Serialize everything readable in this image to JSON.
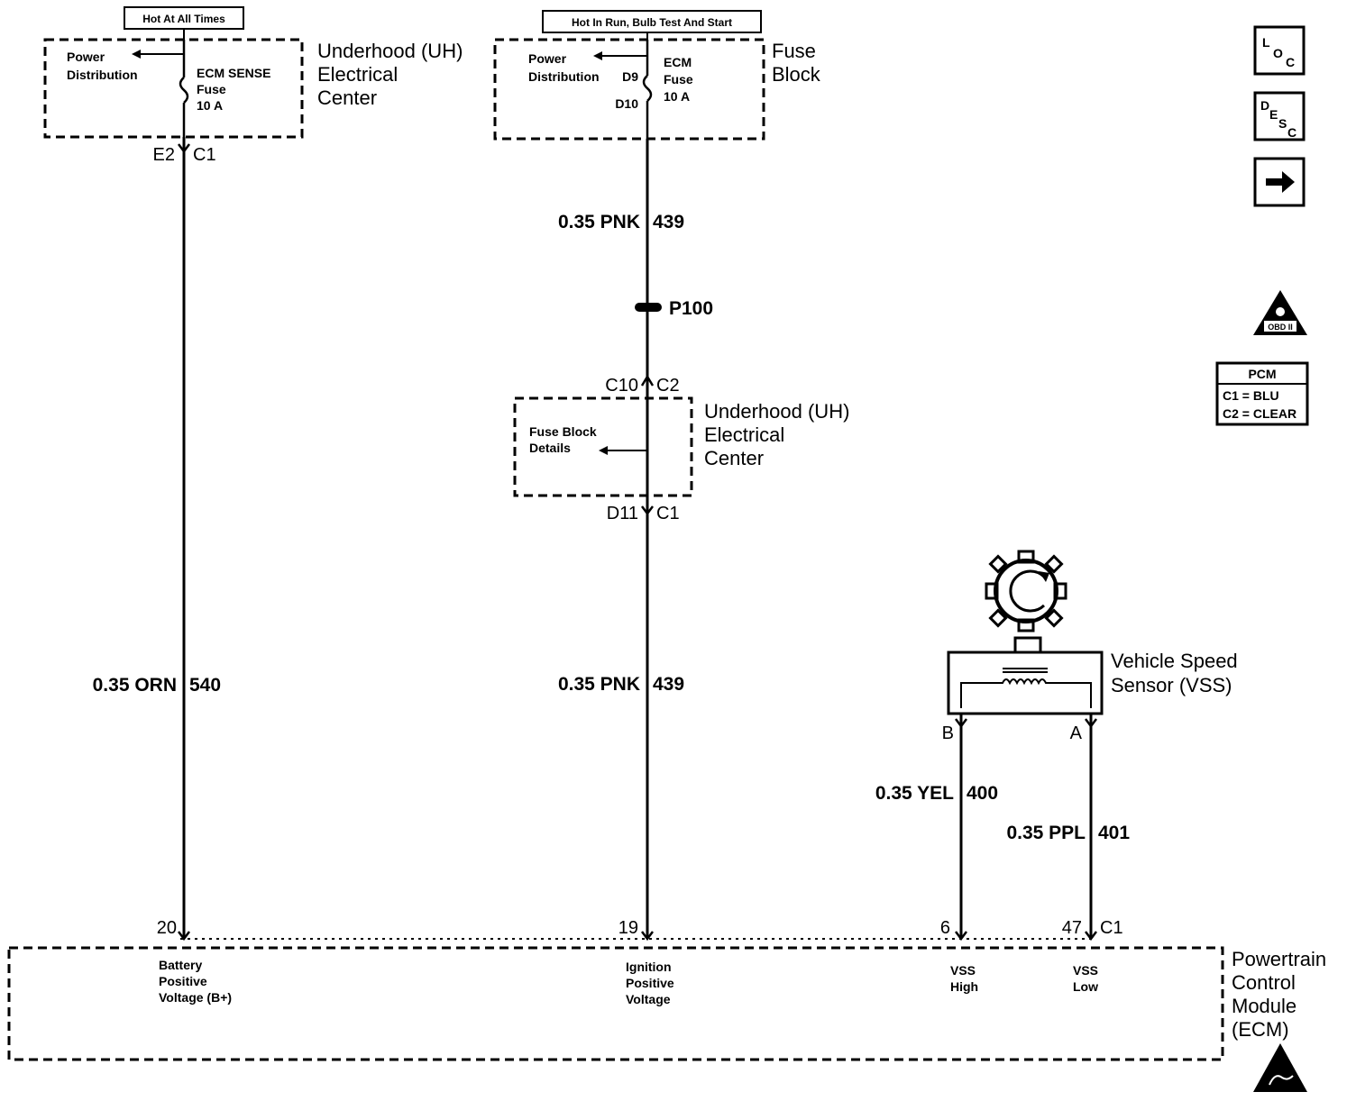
{
  "power_labels": {
    "hot_at_all_times": "Hot At All Times",
    "hot_in_run": "Hot In Run, Bulb Test And Start"
  },
  "uh_center_top": {
    "power_distribution": [
      "Power",
      "Distribution"
    ],
    "fuse": [
      "ECM SENSE",
      "Fuse",
      "10 A"
    ],
    "title": [
      "Underhood (UH)",
      "Electrical",
      "Center"
    ],
    "connector_pin": "E2",
    "connector": "C1"
  },
  "fuse_block": {
    "power_distribution": [
      "Power",
      "Distribution"
    ],
    "fuse": [
      "ECM",
      "Fuse",
      "10 A"
    ],
    "pin_in": "D9",
    "pin_out": "D10",
    "title": [
      "Fuse",
      "Block"
    ]
  },
  "wires": {
    "pnk_upper": {
      "gauge_color": "0.35 PNK",
      "circuit": "439"
    },
    "pnk_lower": {
      "gauge_color": "0.35 PNK",
      "circuit": "439"
    },
    "orn": {
      "gauge_color": "0.35 ORN",
      "circuit": "540"
    },
    "yel": {
      "gauge_color": "0.35 YEL",
      "circuit": "400"
    },
    "ppl": {
      "gauge_color": "0.35 PPL",
      "circuit": "401"
    }
  },
  "splice": {
    "label": "P100"
  },
  "uh_center_mid": {
    "connector_top_pin": "C10",
    "connector_top": "C2",
    "details": [
      "Fuse Block",
      "Details"
    ],
    "title": [
      "Underhood (UH)",
      "Electrical",
      "Center"
    ],
    "connector_bottom_pin": "D11",
    "connector_bottom": "C1"
  },
  "vss": {
    "title": [
      "Vehicle Speed",
      "Sensor (VSS)"
    ],
    "pin_b": "B",
    "pin_a": "A"
  },
  "pcm_module": {
    "pins": [
      {
        "pin": "20",
        "label": [
          "Battery",
          "Positive",
          "Voltage (B+)"
        ]
      },
      {
        "pin": "19",
        "label": [
          "Ignition",
          "Positive",
          "Voltage"
        ]
      },
      {
        "pin": "6",
        "label": [
          "VSS",
          "High"
        ]
      },
      {
        "pin": "47",
        "label": [
          "VSS",
          "Low"
        ]
      }
    ],
    "connector": "C1",
    "title": [
      "Powertrain",
      "Control",
      "Module",
      "(ECM)"
    ]
  },
  "side_icons": {
    "loc": {
      "big": "L",
      "sub1": "O",
      "sub2": "C",
      "icon": "location-icon"
    },
    "desc": {
      "big": "D",
      "sub1": "E",
      "sub2": "S",
      "sub3": "C",
      "icon": "description-icon"
    },
    "next": {
      "icon": "arrow-right-icon"
    },
    "obd": {
      "label": "OBD II",
      "icon": "obd-warning-icon"
    },
    "esd": {
      "icon": "esd-warning-icon"
    }
  },
  "pcm_legend": {
    "title": "PCM",
    "rows": [
      "C1 = BLU",
      "C2 = CLEAR"
    ]
  }
}
